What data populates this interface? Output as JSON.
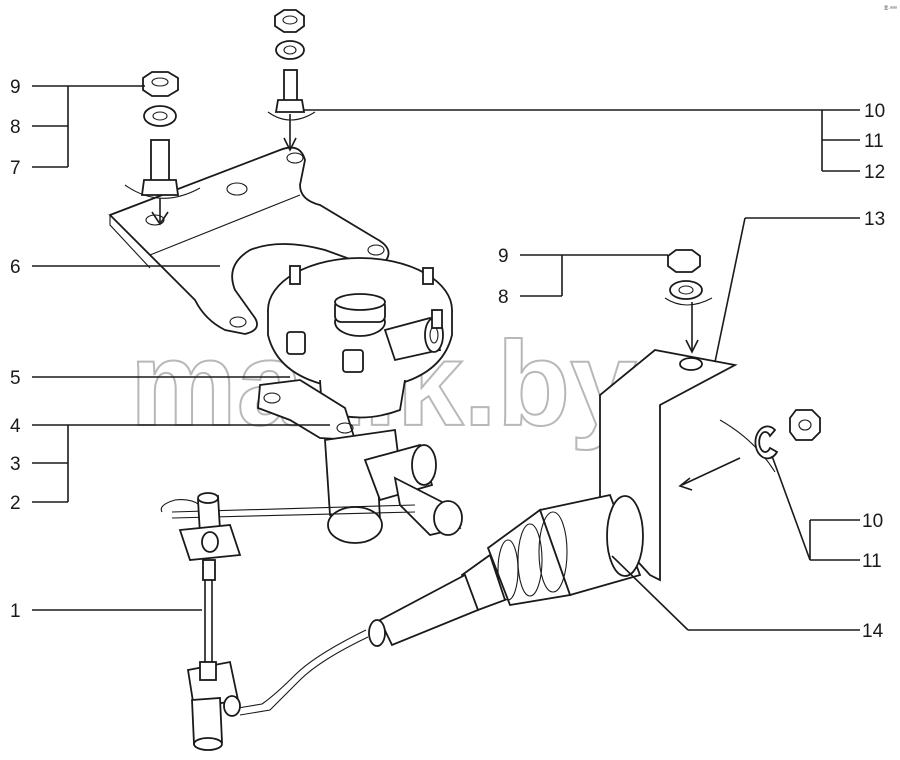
{
  "watermark": "mazik.by",
  "corner_mark": "ⴻ·ᵃᵃᵃ",
  "callouts": {
    "c1": "1",
    "c2": "2",
    "c3": "3",
    "c4": "4",
    "c5": "5",
    "c6": "6",
    "c7": "7",
    "c8a": "8",
    "c8b": "8",
    "c9a": "9",
    "c9b": "9",
    "c10a": "10",
    "c10b": "10",
    "c11a": "11",
    "c11b": "11",
    "c12": "12",
    "c13": "13",
    "c14": "14"
  }
}
